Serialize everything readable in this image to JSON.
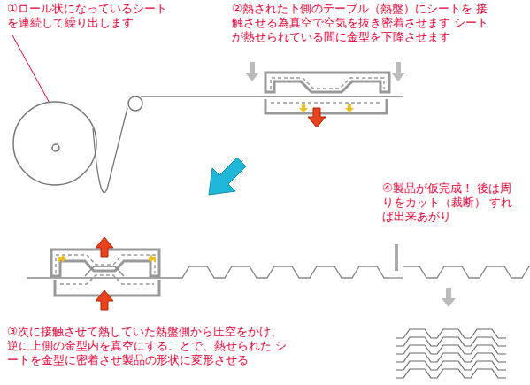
{
  "diagram": {
    "labels": [
      "①ロール状になっているシート を連続して繰り出します",
      "②熱された下側のテーブル（熱盤）にシートを 接触させる為真空で空気を抜き密着させます シートが熱せられている間に金型を下降させます",
      "③次に接触させて熱していた熱盤側から圧空をかけ、 逆に上側の金型内を真空にすることで、熱せられた シートを金型に密着させ製品の形状に変形させる",
      "④製品が仮完成！ 後は周りをカット（裁断） すれば出来あがり"
    ]
  }
}
